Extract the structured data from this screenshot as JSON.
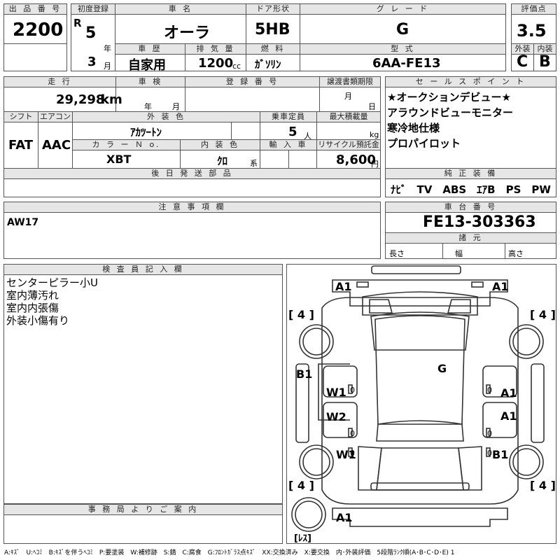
{
  "header": {
    "lot_no_label": "出 品 番 号",
    "lot_no": "2200",
    "first_reg_label": "初度登録",
    "era": "R",
    "year": "5",
    "year_unit": "年",
    "month": "3",
    "month_unit": "月",
    "car_name_label": "車 名",
    "car_name": "オーラ",
    "door_label": "ドア形状",
    "door": "5HB",
    "grade_label": "グ レ ー ド",
    "grade": "G",
    "score_label": "評価点",
    "score": "3.5",
    "history_label": "車 歴",
    "history": "自家用",
    "displacement_label": "排 気 量",
    "displacement": "1200",
    "displacement_unit": "cc",
    "fuel_label": "燃 料",
    "fuel": "ｶﾞｿﾘﾝ",
    "model_label": "型 式",
    "model": "6AA-FE13",
    "exterior_label": "外装",
    "exterior": "C",
    "interior_label": "内装",
    "interior": "B"
  },
  "row2": {
    "mileage_label": "走 行",
    "mileage": "29,298",
    "mileage_unit": "km",
    "inspection_label": "車 検",
    "insp_year": "年",
    "insp_month": "月",
    "reg_no_label": "登 録 番 号",
    "transfer_label": "譲渡書類期限",
    "transfer_month": "月",
    "transfer_day": "日",
    "shift_label": "シフト",
    "shift": "FAT",
    "ac_label": "エアコン",
    "ac": "AAC",
    "ext_color_label": "外 装 色",
    "ext_color": "ｱｶﾂｰﾄﾝ",
    "capacity_label": "乗車定員",
    "capacity": "5",
    "capacity_unit": "人",
    "max_load_label": "最大積載量",
    "max_load_unit": "kg",
    "color_no_label": "カ ラ ー Ｎ o.",
    "color_no": "XBT",
    "int_color_label": "内 装 色",
    "int_color": "ｸﾛ",
    "int_color_unit": "系",
    "import_label": "輸 入 車",
    "recycle_label": "リサイクル預託金",
    "recycle": "8,600",
    "recycle_unit": "円",
    "later_parts_label": "後 日 発 送 部 品"
  },
  "sales_points": {
    "label": "セ ー ル ス ポ イ ン ト",
    "items": [
      "★オークションデビュー★",
      "アラウンドビューモニター",
      "寒冷地仕様",
      "プロパイロット"
    ]
  },
  "equipment": {
    "label": "純 正 装 備",
    "items": "ﾅﾋﾞ　TV　ABS　ｴｱB　PS　PW"
  },
  "caution": {
    "label": "注 意 事 項 欄",
    "text": "AW17"
  },
  "chassis": {
    "label": "車 台 番 号",
    "value": "FE13-303363"
  },
  "specs": {
    "label": "諸 元",
    "length": "長さ",
    "width": "幅",
    "height": "高さ"
  },
  "inspector": {
    "label": "検 査 員 記 入 欄",
    "lines": [
      "センターピラー小U",
      "室内薄汚れ",
      "室内内張傷",
      "外装小傷有り"
    ]
  },
  "office": {
    "label": "事 務 局 よ り ご 案 内"
  },
  "diagram": {
    "marks": {
      "front_left": "A1",
      "front_right": "A1",
      "tire_fl": "[ 4 ]",
      "tire_fr": "[ 4 ]",
      "tire_rl": "[ 4 ]",
      "tire_rr": "[ 4 ]",
      "roof": "G",
      "left_panel": "B1",
      "left_front_door": "W1",
      "left_rear_door": "W2",
      "left_rear_fender": "W1",
      "right_front_door": "A1",
      "right_rear_door": "A1",
      "right_rear_fender": "B1",
      "rear": "A1",
      "spare": "[ﾚｽ]",
      "zero1": "0",
      "zero2": "0",
      "zero3": "0",
      "zero4": "0",
      "zero5": "0",
      "zero6": "0"
    }
  },
  "legend": "A:ｷｽﾞ　U:ﾍｺﾐ　B:ｷｽﾞを伴うﾍｺﾐ　P:要塗装　W:補修跡　S:錆　C:腐食　G:ﾌﾛﾝﾄｶﾞﾗｽ点ｷｽﾞ　XX:交換済み　X:要交換　内･外装評価　5段階ﾗﾝｸ順(A･B･C･D･E) 1"
}
